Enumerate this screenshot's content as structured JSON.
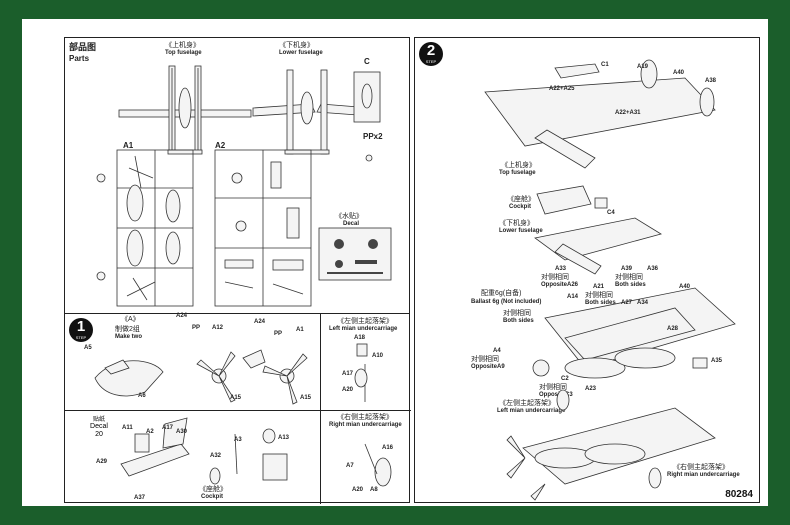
{
  "doc": {
    "model_number": "80284"
  },
  "parts_panel": {
    "title_cn": "部品图",
    "title_en": "Parts",
    "top_fuselage_cn": "《上机身》",
    "top_fuselage_en": "Top fuselage",
    "lower_fuselage_cn": "《下机身》",
    "lower_fuselage_en": "Lower fuselage",
    "part_c": "C",
    "sprue_a1": "A1",
    "sprue_a2": "A2",
    "pp_label": "PPx2",
    "decal_cn": "《水贴》",
    "decal_en": "Decal"
  },
  "step1": {
    "number": "1",
    "step_text": "STEP",
    "a_group_cn": "《A》",
    "make_two_cn": "制做2组",
    "make_two_en": "Make two",
    "left_uc_cn": "《左侧主起落架》",
    "left_uc_en": "Left mian undercarriage",
    "right_uc_cn": "《右侧主起落架》",
    "right_uc_en": "Right mian undercarriage",
    "decal_icon_cn": "贴纸",
    "decal_icon_en": "Decal",
    "decal_no": "20",
    "cockpit_cn": "《座舱》",
    "cockpit_en": "Cockpit",
    "labels": [
      "A24",
      "PP",
      "A12",
      "A24",
      "PP",
      "A1",
      "A5",
      "A6",
      "A15",
      "A15",
      "A18",
      "A10",
      "A17",
      "A20",
      "A11",
      "A2",
      "A17",
      "A30",
      "A29",
      "A37",
      "A3",
      "A32",
      "A13",
      "A7",
      "A16",
      "A20",
      "A8"
    ]
  },
  "step2": {
    "number": "2",
    "step_text": "STEP",
    "top_fuselage_cn": "《上机身》",
    "top_fuselage_en": "Top fuselage",
    "cockpit_cn": "《座舱》",
    "cockpit_en": "Cockpit",
    "lower_fuselage_cn": "《下机身》",
    "lower_fuselage_en": "Lower fuselage",
    "opposite_cn": "对侧相同",
    "opposite_a26": "OppositeA26",
    "both_sides_en": "Both sides",
    "ballast_cn": "配重6g(自备)",
    "ballast_en": "Ballast 6g (Not included)",
    "opposite_a9": "OppositeA9",
    "opposite_c3": "OppositeC3",
    "left_uc_cn": "《左侧主起落架》",
    "left_uc_en": "Left mian undercarriage",
    "right_uc_cn": "《右侧主起落架》",
    "right_uc_en": "Right mian undercarriage",
    "labels": [
      "C1",
      "A19",
      "A40",
      "A38",
      "A22+A25",
      "A22+A31",
      "C4",
      "A33",
      "A39",
      "A36",
      "A21",
      "A40",
      "A14",
      "A27",
      "A34",
      "A28",
      "A4",
      "A35",
      "C2",
      "A23"
    ]
  }
}
